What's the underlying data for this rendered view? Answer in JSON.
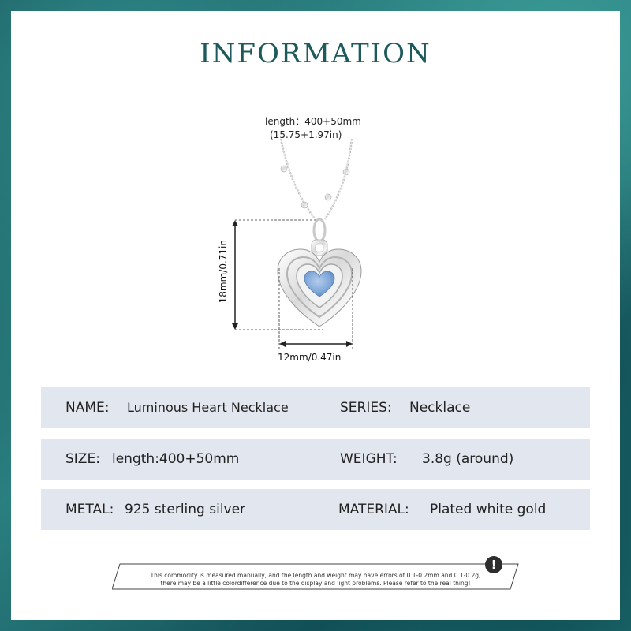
{
  "title": "INFORMATION",
  "product_image": {
    "length_line1": "length：400+50mm",
    "length_line2": "(15.75+1.97in)",
    "height_label": "18mm/0.71in",
    "width_label": "12mm/0.47in",
    "pendant_stone_color": "#7fa7d8",
    "metal_color": "#e6e6e6"
  },
  "specs": [
    {
      "label": "NAME:",
      "value": "Luminous Heart Necklace",
      "label2": "SERIES:",
      "value2": "Necklace"
    },
    {
      "label": "SIZE:",
      "value": "length:400+50mm",
      "label2": "WEIGHT:",
      "value2": "3.8g (around)"
    },
    {
      "label": "METAL:",
      "value": "925 sterling silver",
      "label2": "MATERIAL:",
      "value2": "Plated white gold"
    }
  ],
  "note": {
    "line1": "This commodity is measured manually, and the length and weight may have errors of 0.1-0.2mm and 0.1-0.2g,",
    "line2": "there may be a little colordifference due to the display and light problems. Please refer to the real thing!"
  },
  "colors": {
    "title": "#1e5a5c",
    "row_bg": "#e2e7ef",
    "frame": "#1f6b6e"
  },
  "icons": {
    "alert": "exclamation-circle-icon",
    "alert_glyph": "!"
  }
}
